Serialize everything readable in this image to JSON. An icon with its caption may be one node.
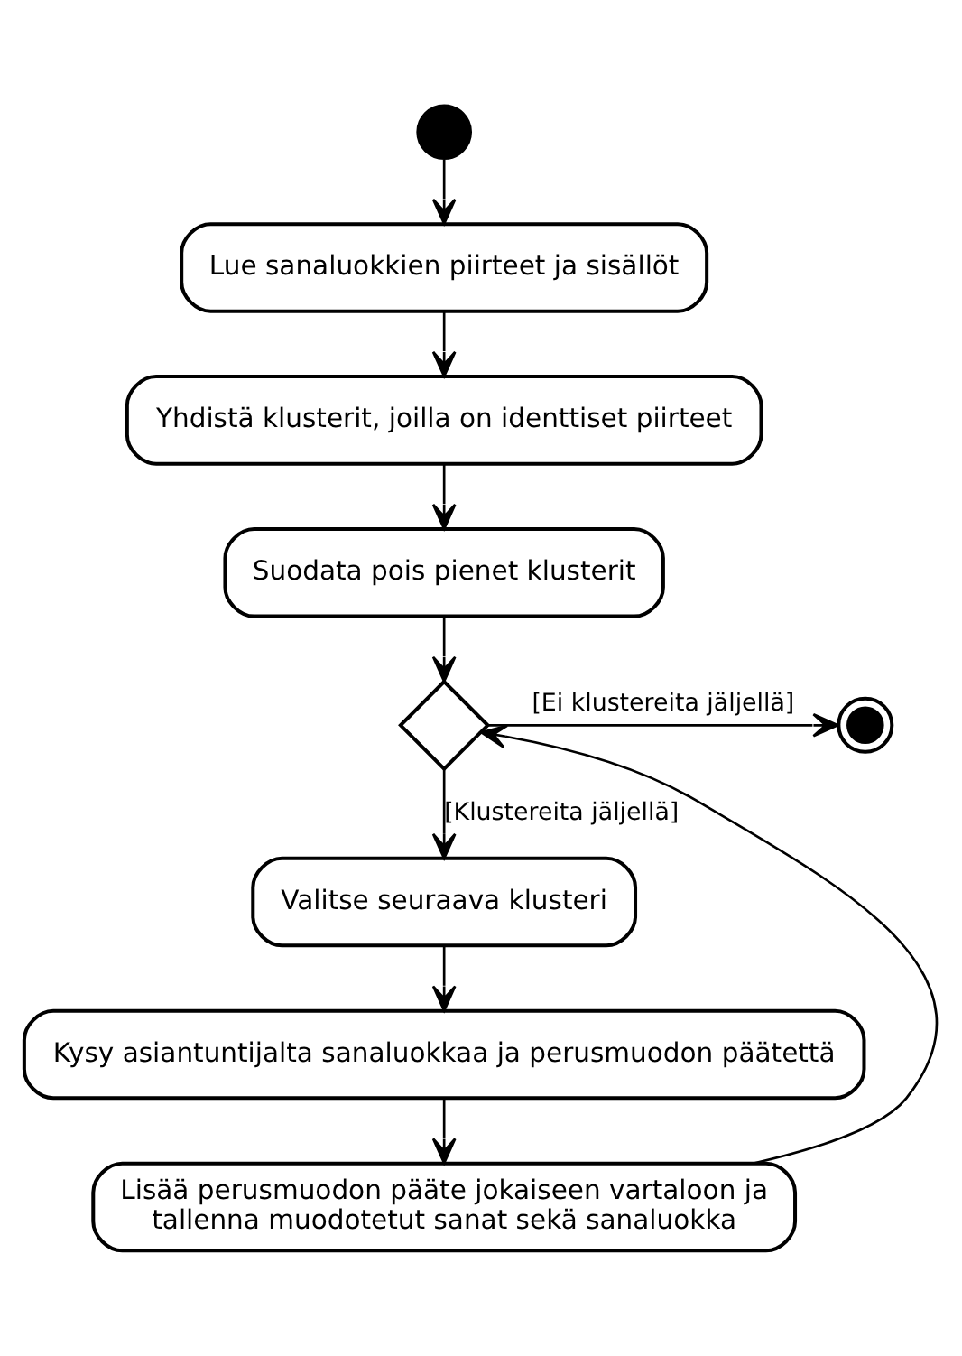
{
  "diagram": {
    "nodes": [
      {
        "text": [],
        "shape": "circle"
      },
      {
        "text": [
          "Lue sanaluokkien piirteet ja sisällöt"
        ]
      },
      {
        "text": [
          "Yhdistä klusterit, joilla on identtiset piirteet"
        ]
      },
      {
        "text": [
          "Suodata pois pienet klusterit"
        ]
      },
      {
        "text": [],
        "shape": "diamond"
      },
      {
        "text": [],
        "shape": "circle"
      },
      {
        "text": [
          "Valitse seuraava klusteri"
        ]
      },
      {
        "text": [
          "Kysy asiantuntijalta sanaluokkaa ja perusmuodon päätettä"
        ]
      },
      {
        "text": [
          "Lisää perusmuodon pääte jokaiseen vartaloon ja tallenna muodotetut sanat sekä sanaluokka"
        ]
      }
    ],
    "edges": [
      {
        "from": 0,
        "to": 1,
        "arrow": "to"
      },
      {
        "from": 1,
        "to": 2,
        "arrow": "to"
      },
      {
        "from": 2,
        "to": 3,
        "arrow": "to"
      },
      {
        "from": 3,
        "to": 4,
        "arrow": "to"
      },
      {
        "from": 4,
        "to": 5,
        "arrow": "to",
        "label": "[Ei klustereita jäljellä]"
      },
      {
        "from": 4,
        "to": 6,
        "arrow": "to",
        "label": "[Klustereita jäljellä]"
      },
      {
        "from": 6,
        "to": 7,
        "arrow": "to"
      },
      {
        "from": 7,
        "to": 8,
        "arrow": "to"
      },
      {
        "from": 8,
        "to": 4,
        "arrow": "to"
      }
    ]
  }
}
